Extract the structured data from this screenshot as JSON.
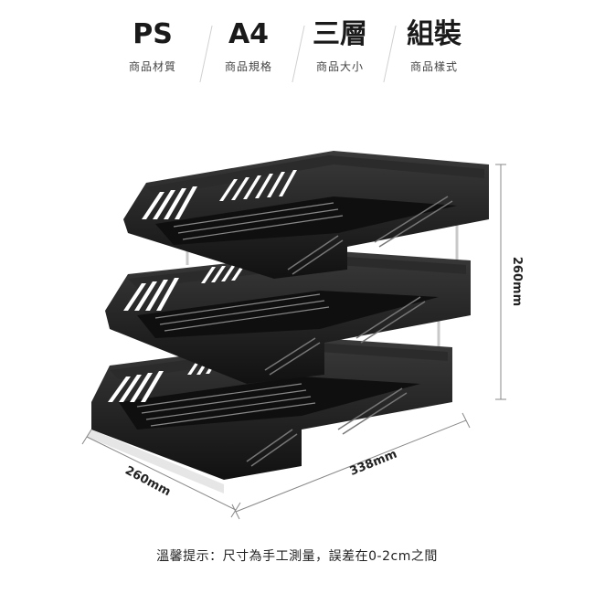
{
  "specs": [
    {
      "value": "PS",
      "label": "商品材質"
    },
    {
      "value": "A4",
      "label": "商品規格"
    },
    {
      "value": "三層",
      "label": "商品大小"
    },
    {
      "value": "組裝",
      "label": "商品樣式"
    }
  ],
  "dimensions": {
    "height": "260mm",
    "width": "338mm",
    "depth": "260mm"
  },
  "note": "溫馨提示：尺寸為手工測量，誤差在0-2cm之間",
  "colors": {
    "tray": "#1c1c1c",
    "tray_highlight": "#3a3a3a",
    "rod": "#c8c8c8",
    "dim_line": "#888888"
  }
}
